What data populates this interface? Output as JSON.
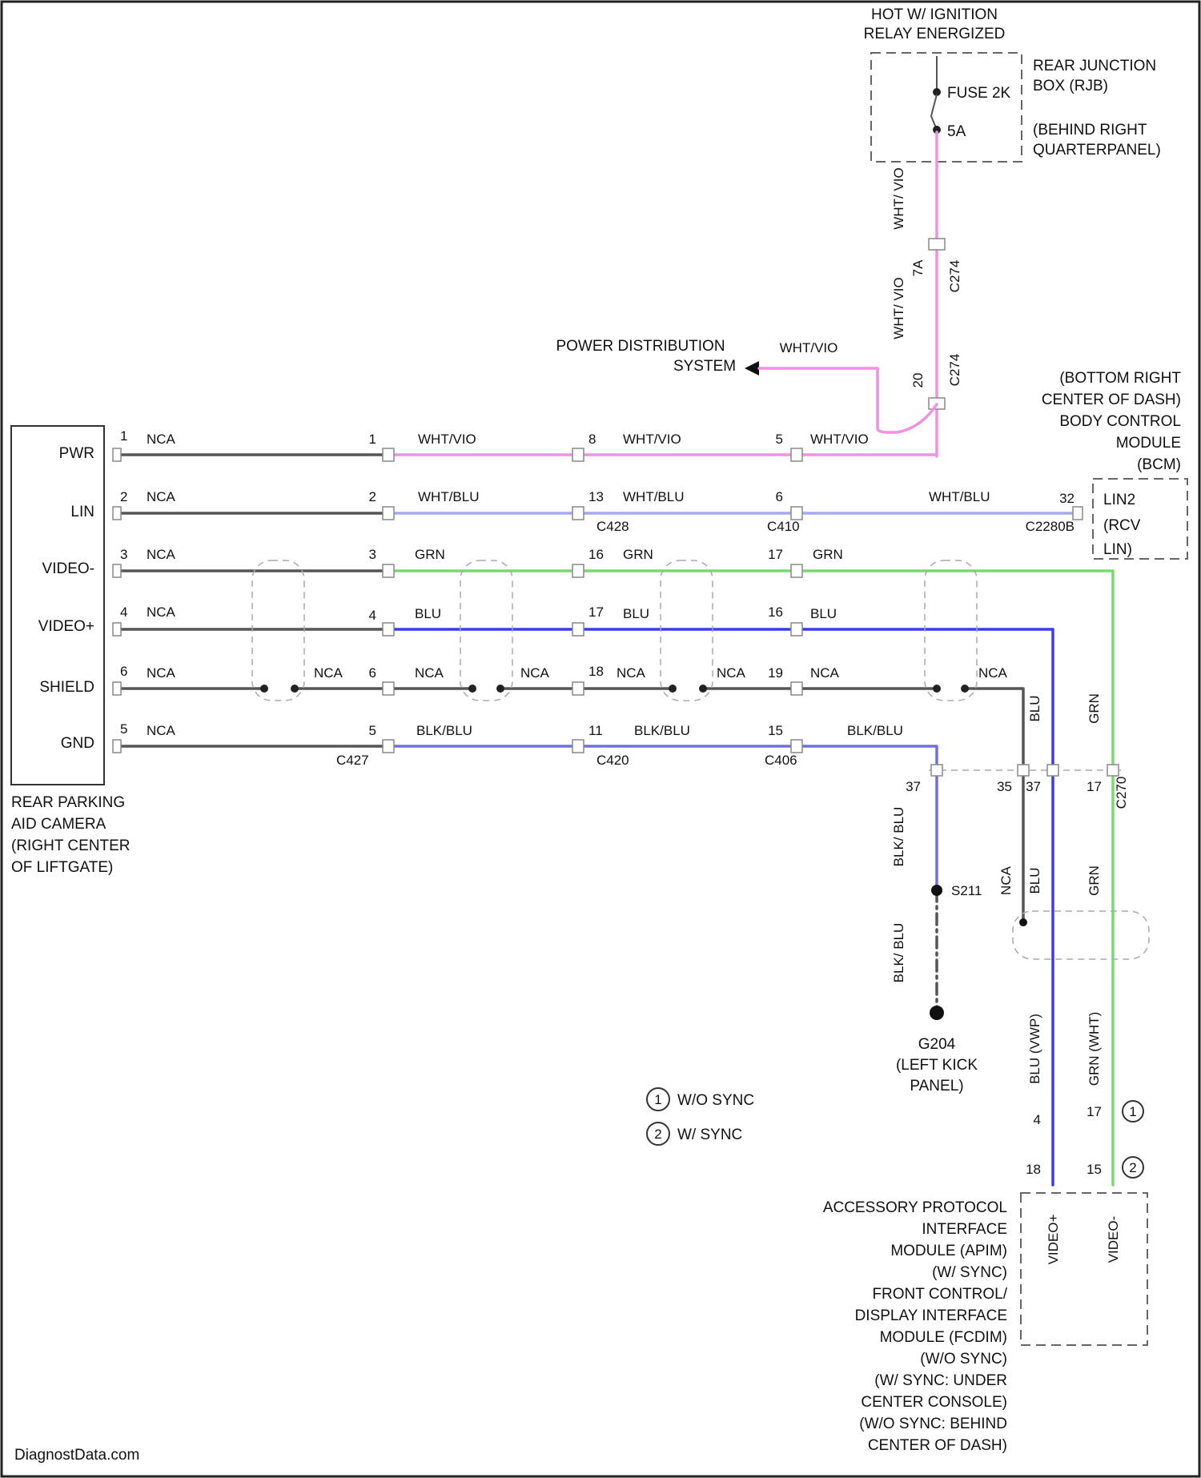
{
  "top_feed": {
    "line1": "HOT W/ IGNITION",
    "line2": "RELAY ENERGIZED"
  },
  "rjb": {
    "title": [
      "REAR JUNCTION",
      "BOX (RJB)",
      "(BEHIND RIGHT",
      "QUARTERPANEL)"
    ],
    "fuse": "FUSE 2K",
    "rating": "5A"
  },
  "top_wires": {
    "upper": "WHT/ VIO",
    "lower": "WHT/ VIO",
    "pin_a": "7A",
    "pin_b": "20",
    "conn_a": "C274",
    "conn_b": "C274"
  },
  "power_dist": {
    "line1": "POWER DISTRIBUTION",
    "line2": "SYSTEM",
    "wire": "WHT/VIO"
  },
  "bcm": {
    "title": [
      "(BOTTOM RIGHT",
      "CENTER OF DASH)",
      "BODY CONTROL",
      "MODULE",
      "(BCM)"
    ],
    "pins": [
      "LIN2",
      "(RCV",
      "LIN)"
    ],
    "pin": "32",
    "conn": "C2280B",
    "wire": "WHT/BLU"
  },
  "camera": {
    "pins": [
      "PWR",
      "LIN",
      "VIDEO-",
      "VIDEO+",
      "SHIELD",
      "GND"
    ],
    "title": [
      "REAR PARKING",
      "AID CAMERA",
      "(RIGHT CENTER",
      "OF LIFTGATE)"
    ]
  },
  "rows": [
    {
      "cam_pin": "1",
      "cam_wire": "NCA",
      "c1_pin": "1",
      "w1": "WHT/VIO",
      "c2_pin": "8",
      "w2": "WHT/VIO",
      "c3_pin": "5",
      "w3": "WHT/VIO"
    },
    {
      "cam_pin": "2",
      "cam_wire": "NCA",
      "c1_pin": "2",
      "w1": "WHT/BLU",
      "c2_pin": "13",
      "w2": "WHT/BLU",
      "c3_pin": "6",
      "w3": "WHT/BLU"
    },
    {
      "cam_pin": "3",
      "cam_wire": "NCA",
      "c1_pin": "3",
      "w1": "GRN",
      "c2_pin": "16",
      "w2": "GRN",
      "c3_pin": "17",
      "w3": "GRN"
    },
    {
      "cam_pin": "4",
      "cam_wire": "NCA",
      "c1_pin": "4",
      "w1": "BLU",
      "c2_pin": "17",
      "w2": "BLU",
      "c3_pin": "16",
      "w3": "BLU"
    },
    {
      "cam_pin": "6",
      "cam_wire": "NCA",
      "mid_wire": "NCA",
      "c1_pin": "6",
      "w1": "NCA",
      "w1b": "NCA",
      "c2_pin": "18",
      "w2": "NCA",
      "w2b": "NCA",
      "c3_pin": "19",
      "w3": "NCA",
      "w3b": "NCA"
    },
    {
      "cam_pin": "5",
      "cam_wire": "NCA",
      "c1_pin": "5",
      "w1": "BLK/BLU",
      "c2_pin": "11",
      "w2": "BLK/BLU",
      "c3_pin": "15",
      "w3": "BLK/BLU"
    }
  ],
  "connectors": {
    "c1": "C427",
    "c2": "C420",
    "c3": "C406",
    "c2_top": "C428",
    "c3_top": "C410"
  },
  "lower": {
    "pins_top": [
      "37",
      "35",
      "37",
      "17"
    ],
    "conn": "C270",
    "wire_blk": "BLK/ BLU",
    "wire_blk2": "BLK/ BLU",
    "splice": "S211",
    "wire_nca": "NCA",
    "wire_blu1": "BLU",
    "wire_blu2": "BLU",
    "wire_grn1": "GRN",
    "wire_grn2": "GRN",
    "wire_blu3": "BLU (VWP)",
    "wire_grn3": "GRN (WHT)",
    "ground": [
      "G204",
      "(LEFT KICK",
      "PANEL)"
    ],
    "pins_bottom": [
      "4",
      "17",
      "18",
      "15"
    ]
  },
  "legend": [
    {
      "num": "1",
      "text": "W/O SYNC"
    },
    {
      "num": "2",
      "text": "W/ SYNC"
    }
  ],
  "apim": {
    "title": [
      "ACCESSORY PROTOCOL",
      "INTERFACE",
      "MODULE (APIM)",
      "(W/ SYNC)",
      "FRONT CONTROL/",
      "DISPLAY INTERFACE",
      "MODULE (FCDIM)",
      "(W/O SYNC)",
      "(W/ SYNC: UNDER",
      "CENTER CONSOLE)",
      "(W/O SYNC: BEHIND",
      "CENTER OF DASH)"
    ],
    "pins": [
      "VIDEO+",
      "VIDEO-"
    ]
  },
  "watermark": "DiagnostData.com",
  "colors": {
    "pink": "#f090e8",
    "lightblue": "#a8a8f0",
    "green": "#7ad870",
    "blue": "#3a3af0",
    "purple": "#7070d8",
    "dark": "#555555"
  }
}
